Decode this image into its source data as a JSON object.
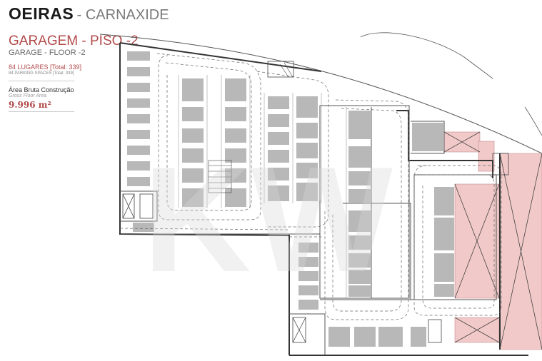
{
  "header": {
    "city": "OEIRAS",
    "district": "- CARNAXIDE"
  },
  "legend": {
    "title": "GARAGEM - PISO -2",
    "subtitle": "GARAGE - FLOOR -2",
    "spaces_pt": "84 LUGARES [Total: 339]",
    "spaces_en": "84 PARKING SPACES [Total: 339]",
    "area_label_pt": "Área Bruta Construção",
    "area_label_en": "Gross Floor Area",
    "area_value": "9.996 m²"
  },
  "colors": {
    "accent": "#b24a4a",
    "parking_space": "#b8b8b8",
    "highlight_zone": "#f2c9c9",
    "walls": "#333333"
  }
}
